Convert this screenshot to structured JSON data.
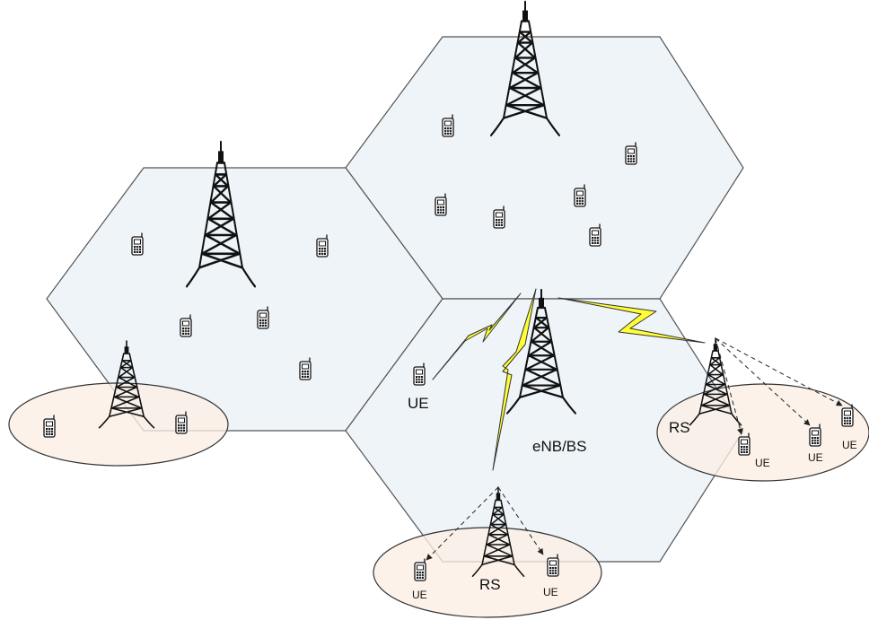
{
  "labels": {
    "bs": "eNB/BS",
    "ue_main": "UE",
    "rs_right": "RS",
    "rs_bottom": "RS",
    "ue_right_1": "UE",
    "ue_right_2": "UE",
    "ue_right_3": "UE",
    "ue_bottom_1": "UE",
    "ue_bottom_2": "UE"
  },
  "colors": {
    "cell_fill": "#eef4f8",
    "relay_zone_fill": "#fbeee4",
    "wireless_link": "#ffff33"
  },
  "icons": [
    "tower-icon",
    "mobile-phone-icon",
    "lightning-bolt-icon",
    "dashed-arrow-icon"
  ]
}
